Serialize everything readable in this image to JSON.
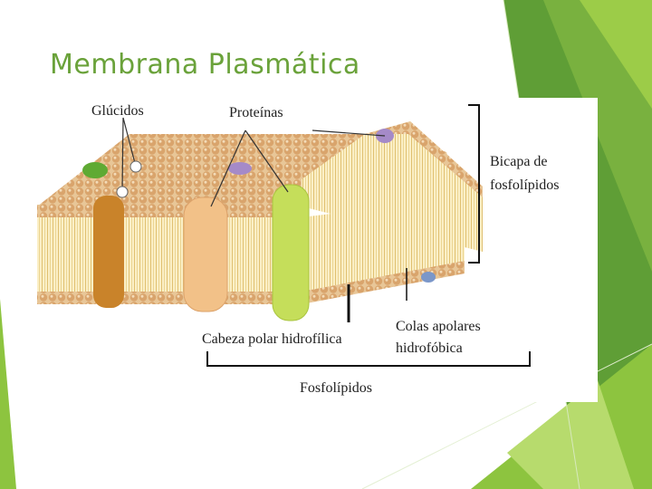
{
  "slide": {
    "title": "Membrana Plasmática"
  },
  "diagram": {
    "labels": {
      "glucidos": "Glúcidos",
      "proteinas": "Proteínas",
      "bicapa_line1": "Bicapa de",
      "bicapa_line2": "fosfolípidos",
      "cabeza": "Cabeza polar hidrofílica",
      "colas_line1": "Colas apolares",
      "colas_line2": "hidrofóbica",
      "fosfolipidos": "Fosfolípidos"
    }
  },
  "colors": {
    "title": "#6aa23a",
    "accent_green_dark": "#5f9e36",
    "accent_green_light": "#9ccc48",
    "head_orange": "#d9a46c",
    "tail_yellow": "#f4e3a6",
    "protein_brown": "#c9832a",
    "protein_peach": "#f2c188",
    "protein_lime": "#c5de5a",
    "protein_purple": "#a58ac8"
  }
}
